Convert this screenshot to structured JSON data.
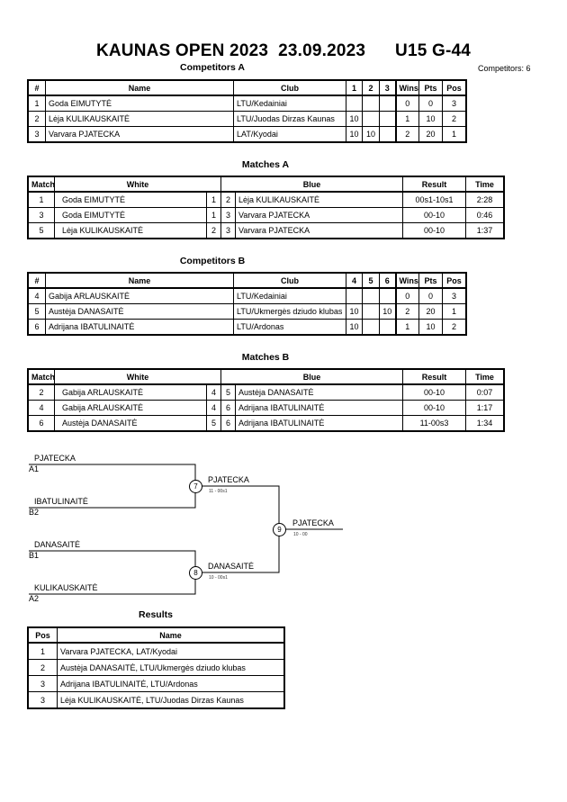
{
  "header": {
    "title": "KAUNAS OPEN 2023  23.09.2023      U15 G-44",
    "competitors_count": "Competitors: 6"
  },
  "competitors_a": {
    "heading": "Competitors A",
    "columns": [
      "#",
      "Name",
      "Club",
      "1",
      "2",
      "3",
      "Wins",
      "Pts",
      "Pos"
    ],
    "rows": [
      [
        "1",
        "Goda EIMUTYTĖ",
        "LTU/Kedainiai",
        "",
        "",
        "",
        "0",
        "0",
        "3"
      ],
      [
        "2",
        "Lėja KULIKAUSKAITĖ",
        "LTU/Juodas Dirzas Kaunas",
        "10",
        "",
        "",
        "1",
        "10",
        "2"
      ],
      [
        "3",
        "Varvara PJATECKA",
        "LAT/Kyodai",
        "10",
        "10",
        "",
        "2",
        "20",
        "1"
      ]
    ]
  },
  "matches_a": {
    "heading": "Matches A",
    "columns": [
      "Match",
      "White",
      "Blue",
      "Result",
      "Time"
    ],
    "rows": [
      [
        "1",
        "Goda EIMUTYTĖ",
        "1",
        "2",
        "Lėja KULIKAUSKAITĖ",
        "00s1-10s1",
        "2:28"
      ],
      [
        "3",
        "Goda EIMUTYTĖ",
        "1",
        "3",
        "Varvara PJATECKA",
        "00-10",
        "0:46"
      ],
      [
        "5",
        "Lėja KULIKAUSKAITĖ",
        "2",
        "3",
        "Varvara PJATECKA",
        "00-10",
        "1:37"
      ]
    ]
  },
  "competitors_b": {
    "heading": "Competitors B",
    "columns": [
      "#",
      "Name",
      "Club",
      "4",
      "5",
      "6",
      "Wins",
      "Pts",
      "Pos"
    ],
    "rows": [
      [
        "4",
        "Gabija ARLAUSKAITĖ",
        "LTU/Kedainiai",
        "",
        "",
        "",
        "0",
        "0",
        "3"
      ],
      [
        "5",
        "Austėja DANASAITĖ",
        "LTU/Ukmergės dziudo klubas",
        "10",
        "",
        "10",
        "2",
        "20",
        "1"
      ],
      [
        "6",
        "Adrijana IBATULINAITĖ",
        "LTU/Ardonas",
        "10",
        "",
        "",
        "1",
        "10",
        "2"
      ]
    ]
  },
  "matches_b": {
    "heading": "Matches B",
    "columns": [
      "Match",
      "White",
      "Blue",
      "Result",
      "Time"
    ],
    "rows": [
      [
        "2",
        "Gabija ARLAUSKAITĖ",
        "4",
        "5",
        "Austėja DANASAITĖ",
        "00-10",
        "0:07"
      ],
      [
        "4",
        "Gabija ARLAUSKAITĖ",
        "4",
        "6",
        "Adrijana IBATULINAITĖ",
        "00-10",
        "1:17"
      ],
      [
        "6",
        "Austėja DANASAITĖ",
        "5",
        "6",
        "Adrijana IBATULINAITĖ",
        "11-00s3",
        "1:34"
      ]
    ]
  },
  "bracket": {
    "e1_name": "PJATECKA",
    "e1_seed": "A1",
    "e2_name": "IBATULINAITĖ",
    "e2_seed": "B2",
    "e3_name": "DANASAITĖ",
    "e3_seed": "B1",
    "e4_name": "KULIKAUSKAITĖ",
    "e4_seed": "A2",
    "m7_num": "7",
    "m7_winner": "PJATECKA",
    "m7_score": "11 - 00s1",
    "m8_num": "8",
    "m8_winner": "DANASAITĖ",
    "m8_score": "10 - 00s1",
    "m9_num": "9",
    "m9_winner": "PJATECKA",
    "m9_score": "10 - 00"
  },
  "results": {
    "heading": "Results",
    "columns": [
      "Pos",
      "Name"
    ],
    "rows": [
      [
        "1",
        "Varvara PJATECKA, LAT/Kyodai"
      ],
      [
        "2",
        "Austėja DANASAITĖ, LTU/Ukmergės dziudo klubas"
      ],
      [
        "3",
        "Adrijana IBATULINAITĖ, LTU/Ardonas"
      ],
      [
        "3",
        "Lėja KULIKAUSKAITĖ, LTU/Juodas Dirzas Kaunas"
      ]
    ]
  }
}
